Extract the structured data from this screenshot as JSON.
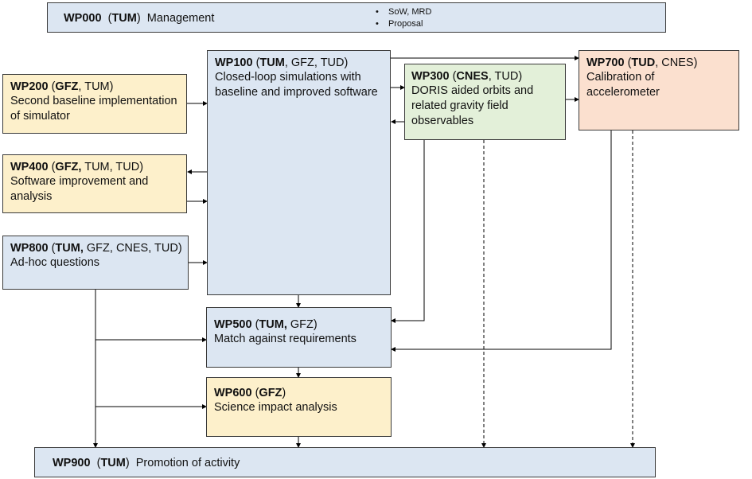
{
  "wp000": {
    "id": "WP000",
    "lead": "TUM",
    "name": "Management",
    "notes": [
      "SoW, MRD",
      "Proposal"
    ]
  },
  "wp100": {
    "id": "WP100",
    "lead": "TUM",
    "partners": ", GFZ, TUD)",
    "desc": "Closed-loop simulations with baseline and improved software"
  },
  "wp200": {
    "id": "WP200",
    "lead": "GFZ",
    "partners": ", TUM)",
    "desc": "Second baseline implementation of simulator"
  },
  "wp300": {
    "id": "WP300",
    "lead": "CNES",
    "partners": ", TUD)",
    "desc": "DORIS aided orbits and related gravity field observables"
  },
  "wp400": {
    "id": "WP400",
    "lead": "GFZ,",
    "partners": " TUM, TUD)",
    "desc": "Software improvement and analysis"
  },
  "wp500": {
    "id": "WP500",
    "lead": "TUM,",
    "partners": " GFZ)",
    "desc": "Match against requirements"
  },
  "wp600": {
    "id": "WP600",
    "lead": "GFZ",
    "partners": ")",
    "desc": "Science impact analysis"
  },
  "wp700": {
    "id": "WP700",
    "lead": "TUD",
    "partners": ", CNES)",
    "desc": "Calibration of accelerometer"
  },
  "wp800": {
    "id": "WP800",
    "lead": "TUM,",
    "partners": " GFZ, CNES, TUD)",
    "desc": "Ad-hoc questions"
  },
  "wp900": {
    "id": "WP900",
    "lead": "TUM",
    "name": "Promotion of activity"
  },
  "colors": {
    "blue": "#dce6f2",
    "yellow": "#fdf0cb",
    "green": "#e3f0d9",
    "peach": "#fbe0cf",
    "line": "#000000"
  }
}
